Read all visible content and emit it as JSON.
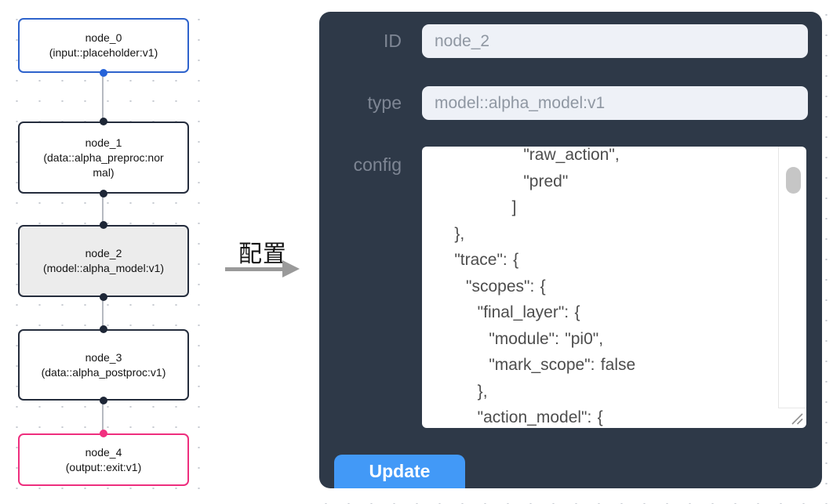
{
  "flow": {
    "nodes": [
      {
        "title": "node_0",
        "subtitle": "(input::placeholder:v1)"
      },
      {
        "title": "node_1",
        "subtitle": "(data::alpha_preproc:normal)"
      },
      {
        "title": "node_2",
        "subtitle": "(model::alpha_model:v1)"
      },
      {
        "title": "node_3",
        "subtitle": "(data::alpha_postproc:v1)"
      },
      {
        "title": "node_4",
        "subtitle": "(output::exit:v1)"
      }
    ],
    "colors": {
      "input_accent": "#2e63cc",
      "output_accent": "#ee2e7e",
      "node_border": "#252d3d",
      "selected_bg": "#ececec",
      "edge": "#b6bac1"
    }
  },
  "connector": {
    "label": "配置"
  },
  "panel": {
    "background": "#2e3948",
    "accent": "#4299f7",
    "id_label": "ID",
    "id_value": "node_2",
    "type_label": "type",
    "type_value": "model::alpha_model:v1",
    "config_label": "config",
    "config_text": "                \"raw_action\",\n                \"pred\"\n              ]\n    },\n    \"trace\": {\n      \"scopes\": {\n        \"final_layer\": {\n          \"module\": \"pi0\",\n          \"mark_scope\": false\n        },\n        \"action_model\": {",
    "update_label": "Update"
  }
}
